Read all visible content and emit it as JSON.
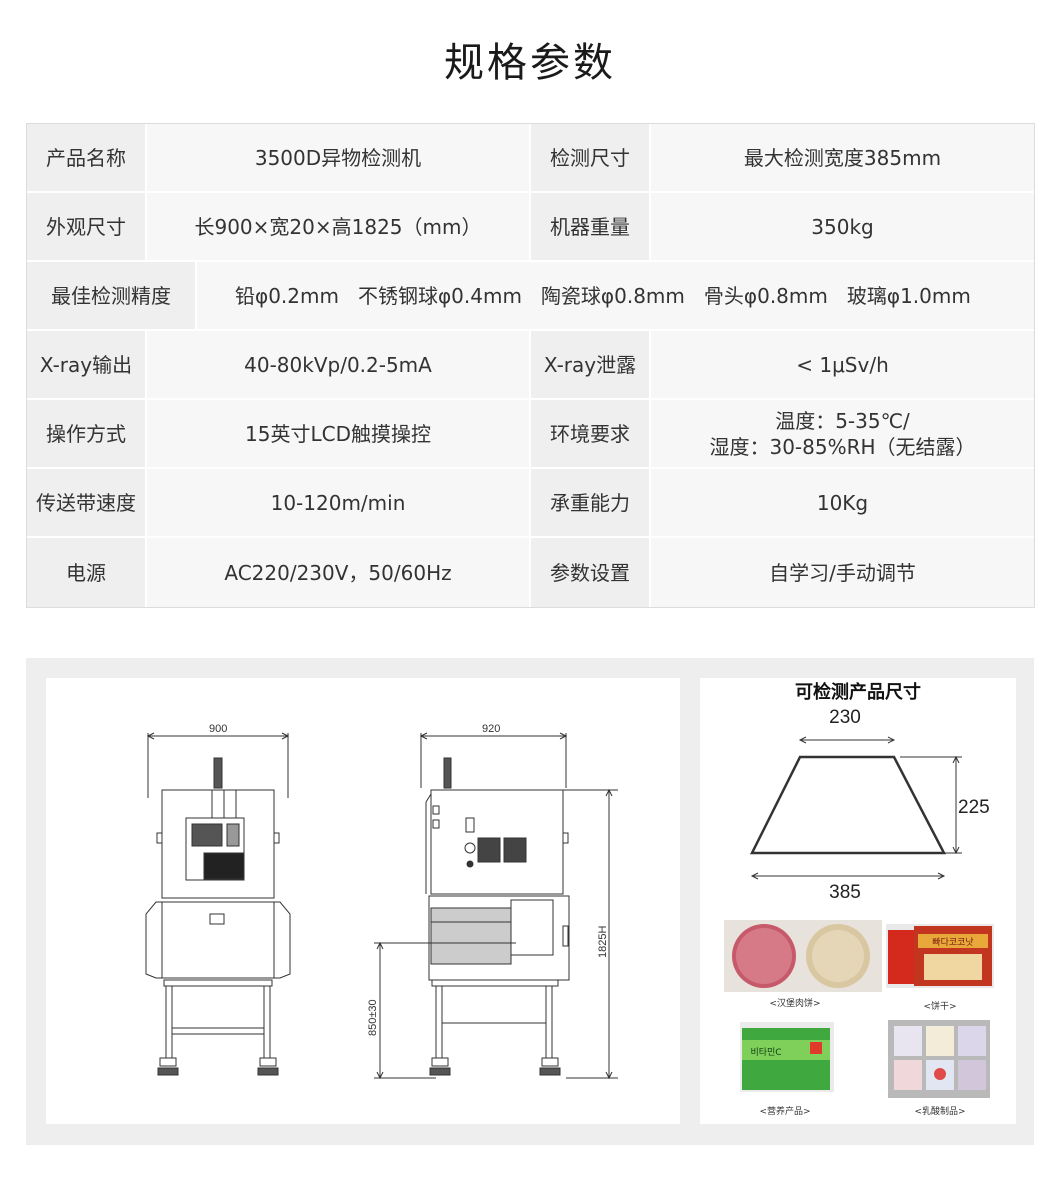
{
  "title": "规格参数",
  "spec": {
    "rows": [
      {
        "k1": "产品名称",
        "v1": "3500D异物检测机",
        "k2": "检测尺寸",
        "v2": "最大检测宽度385mm"
      },
      {
        "k1": "外观尺寸",
        "v1": "长900×宽20×高1825（mm）",
        "k2": "机器重量",
        "v2": "350kg"
      },
      {
        "k1": "最佳检测精度",
        "items": [
          "铅φ0.2mm",
          "不锈钢球φ0.4mm",
          "陶瓷球φ0.8mm",
          "骨头φ0.8mm",
          "玻璃φ1.0mm"
        ]
      },
      {
        "k1": "X-ray输出",
        "v1": "40-80kVp/0.2-5mA",
        "k2": "X-ray泄露",
        "v2": "< 1μSv/h"
      },
      {
        "k1": "操作方式",
        "v1": "15英寸LCD触摸操控",
        "k2": "环境要求",
        "v2a": "温度：5-35℃/",
        "v2b": "湿度：30-85%RH（无结露）"
      },
      {
        "k1": "传送带速度",
        "v1": "10-120m/min",
        "k2": "承重能力",
        "v2": "10Kg"
      },
      {
        "k1": "电源",
        "v1": "AC220/230V，50/60Hz",
        "k2": "参数设置",
        "v2": "自学习/手动调节"
      }
    ]
  },
  "drawing": {
    "front_width": "900",
    "side_width": "920",
    "height_label": "1825H",
    "conveyor_label": "850±30"
  },
  "size_diagram": {
    "title": "可检测产品尺寸",
    "top": "230",
    "height": "225",
    "bottom": "385"
  },
  "products": [
    {
      "caption": "<汉堡肉饼>"
    },
    {
      "caption": "<饼干>",
      "brand": "빠다코코낫"
    },
    {
      "caption": "<营养产品>",
      "brand": "비타민C"
    },
    {
      "caption": "<乳酸制品>"
    }
  ]
}
